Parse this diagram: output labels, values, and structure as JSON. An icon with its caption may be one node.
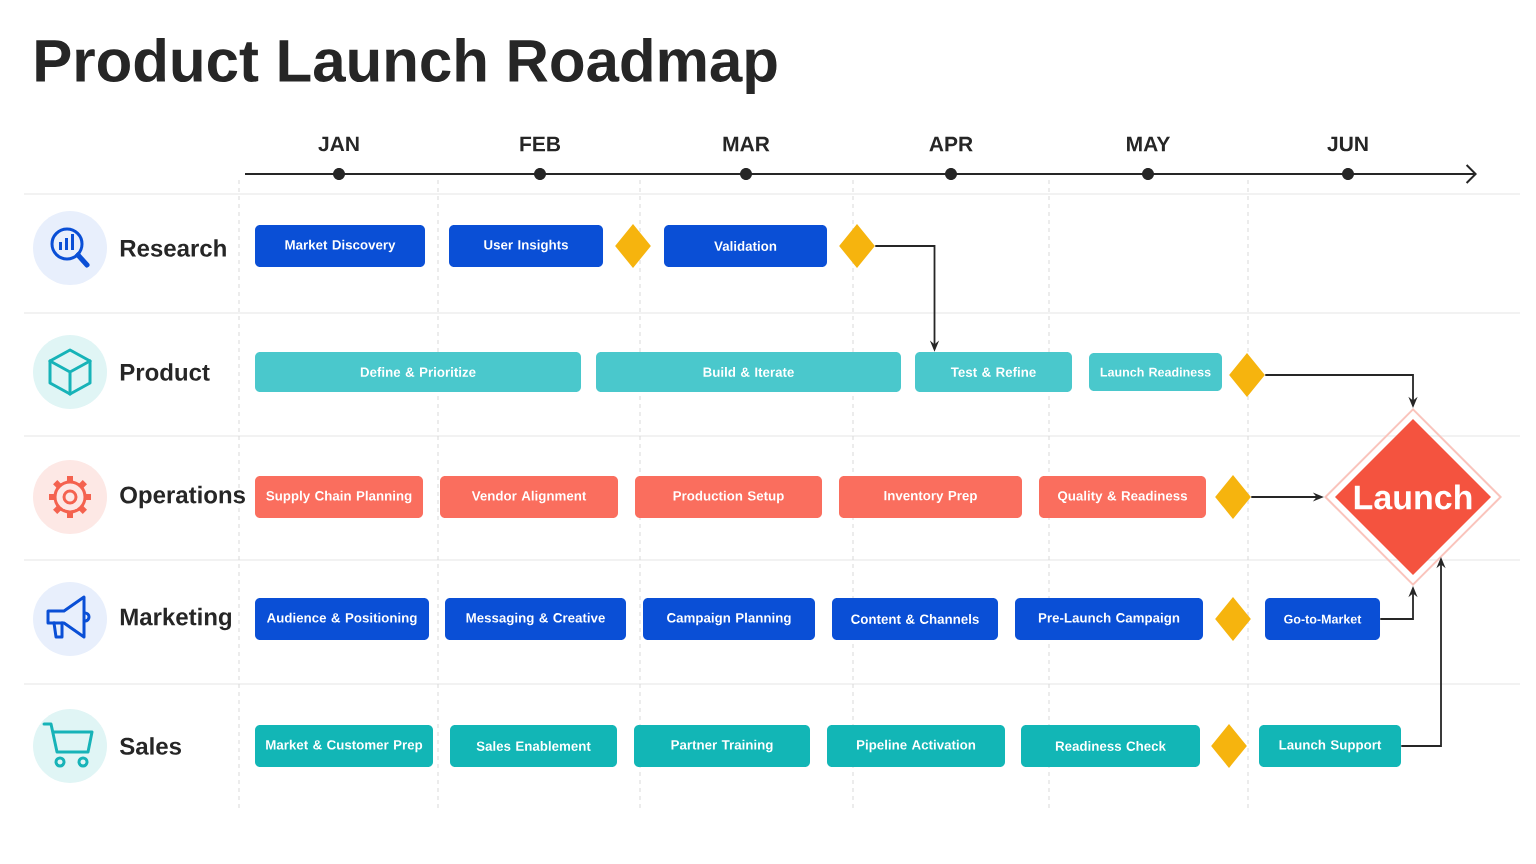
{
  "diagram": {
    "title": "Product Launch Roadmap",
    "nodes": [
      {
        "text": [
          "Market Discovery"
        ]
      },
      {
        "text": [
          "User Insights"
        ]
      },
      {
        "text": [],
        "shape": "diamond"
      },
      {
        "text": [
          "Validation"
        ]
      },
      {
        "text": [],
        "shape": "diamond"
      },
      {
        "text": [
          "Define & Prioritize"
        ]
      },
      {
        "text": [
          "Build & Iterate"
        ]
      },
      {
        "text": [
          "Test & Refine"
        ]
      },
      {
        "text": [
          "Launch Readiness"
        ]
      },
      {
        "text": [],
        "shape": "diamond"
      },
      {
        "text": [
          "Supply Chain Planning"
        ]
      },
      {
        "text": [
          "Vendor Alignment"
        ]
      },
      {
        "text": [
          "Production Setup"
        ]
      },
      {
        "text": [
          "Inventory Prep"
        ]
      },
      {
        "text": [
          "Quality & Readiness"
        ]
      },
      {
        "text": [],
        "shape": "diamond"
      },
      {
        "text": [
          "Launch"
        ]
      },
      {
        "text": [
          "Audience & Positioning"
        ]
      },
      {
        "text": [
          "Messaging & Creative"
        ]
      },
      {
        "text": [
          "Campaign Planning"
        ]
      },
      {
        "text": [
          "Content & Channels"
        ]
      },
      {
        "text": [
          "Pre-Launch Campaign"
        ]
      },
      {
        "text": [],
        "shape": "diamond"
      },
      {
        "text": [
          "Go-to-Market"
        ]
      },
      {
        "text": [
          "Market & Customer Prep"
        ]
      },
      {
        "text": [
          "Sales Enablement"
        ]
      },
      {
        "text": [
          "Partner Training"
        ]
      },
      {
        "text": [
          "Pipeline Activation"
        ]
      },
      {
        "text": [
          "Readiness Check"
        ]
      },
      {
        "text": [],
        "shape": "diamond"
      },
      {
        "text": [
          "Launch Support"
        ]
      }
    ],
    "edges": [
      {
        "from": 4,
        "to": 7,
        "arrow": "to"
      },
      {
        "from": 9,
        "to": 16,
        "arrow": "to"
      },
      {
        "from": 15,
        "to": 16,
        "arrow": "to"
      },
      {
        "from": 23,
        "to": 16,
        "arrow": "to"
      },
      {
        "from": 30,
        "to": 16,
        "arrow": "to"
      }
    ],
    "labels": [
      "JAN",
      "FEB",
      "MAR",
      "APR",
      "MAY",
      "JUN",
      "Research",
      "Product",
      "Operations",
      "Marketing",
      "Sales"
    ]
  }
}
